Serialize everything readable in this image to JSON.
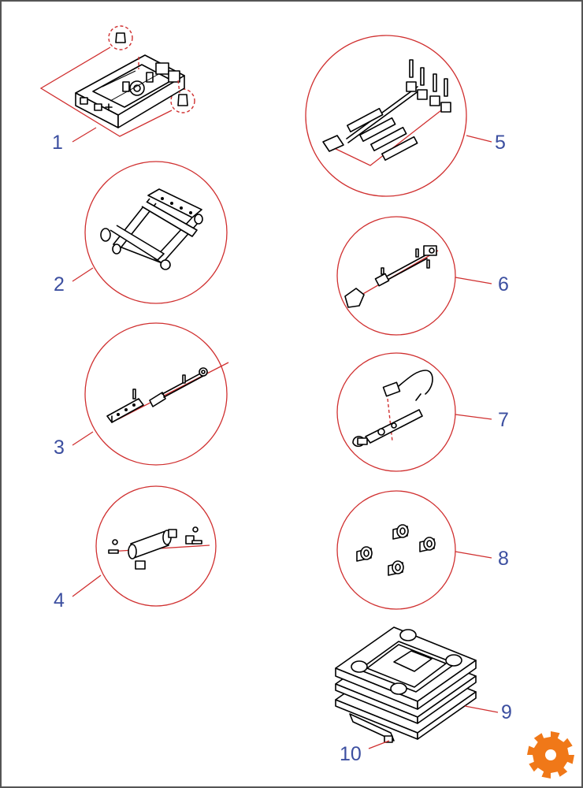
{
  "parts": [
    {
      "number": "1",
      "icon": "seat-base-frame-icon"
    },
    {
      "number": "2",
      "icon": "scissor-suspension-icon"
    },
    {
      "number": "3",
      "icon": "adjuster-rod-icon"
    },
    {
      "number": "4",
      "icon": "shock-absorber-icon"
    },
    {
      "number": "5",
      "icon": "tension-springs-icon"
    },
    {
      "number": "6",
      "icon": "knob-spindle-icon"
    },
    {
      "number": "7",
      "icon": "lever-spring-icon"
    },
    {
      "number": "8",
      "icon": "rubber-bushings-icon"
    },
    {
      "number": "9",
      "icon": "bellows-cover-icon"
    },
    {
      "number": "10",
      "icon": "bellows-base-icon"
    }
  ],
  "colors": {
    "circle": "#d03030",
    "number": "#3c4fa0",
    "logo": "#f07818",
    "frame": "#555555"
  },
  "logo": {
    "icon": "gear-logo-icon"
  }
}
